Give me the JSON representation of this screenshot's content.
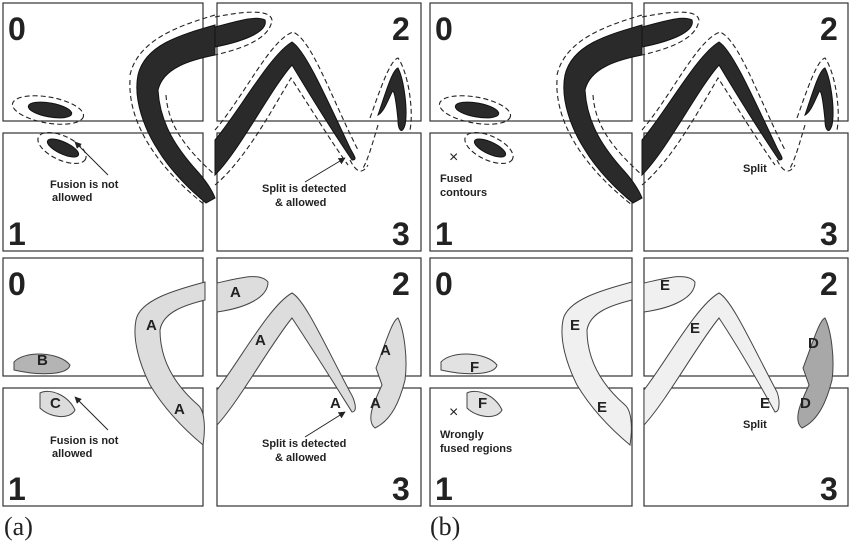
{
  "panels": {
    "a": {
      "label": "(a)"
    },
    "b": {
      "label": "(b)"
    }
  },
  "quadrant_numbers": [
    "0",
    "1",
    "2",
    "3"
  ],
  "annotations": {
    "fusion_not_allowed": [
      "Fusion is not",
      "allowed"
    ],
    "split_detected": [
      "Split is detected",
      "& allowed"
    ],
    "fused_contours": [
      "Fused",
      "contours"
    ],
    "split": "Split",
    "wrongly_fused": [
      "Wrongly",
      "fused regions"
    ],
    "cross_mark": "×"
  },
  "region_letters": {
    "a": [
      "A",
      "B",
      "C"
    ],
    "b": [
      "D",
      "E",
      "F"
    ]
  },
  "colors": {
    "dark_contour": "#2a2a2a",
    "region_A": "#dddddd",
    "region_B": "#b4b4b4",
    "region_C": "#dcdcdc",
    "region_E": "#f0f0f0",
    "region_F": "#e2e2e2",
    "region_D": "#a8a8a8",
    "outline": "#333333"
  }
}
